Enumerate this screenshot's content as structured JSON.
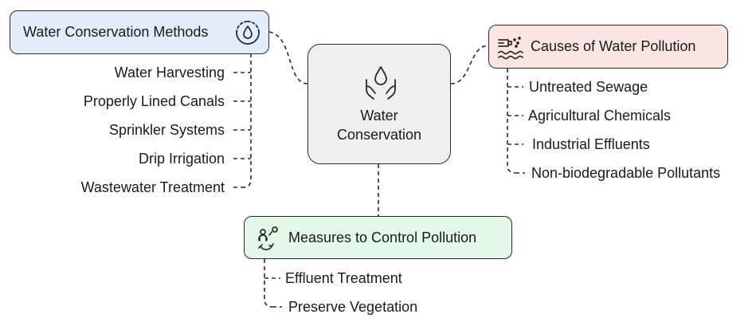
{
  "center": {
    "line1": "Water",
    "line2": "Conservation",
    "icon": "water-drop-hands-icon"
  },
  "methods": {
    "title": "Water Conservation Methods",
    "icon": "water-drop-circle-icon",
    "items": [
      "Water Harvesting",
      "Properly Lined Canals",
      "Sprinkler Systems",
      "Drip Irrigation",
      "Wastewater Treatment"
    ]
  },
  "causes": {
    "title": "Causes of Water Pollution",
    "icon": "polluting-pipe-icon",
    "items": [
      "Untreated Sewage",
      "Agricultural Chemicals",
      "Industrial Effluents",
      "Non-biodegradable Pollutants"
    ]
  },
  "measures": {
    "title": "Measures to Control Pollution",
    "icon": "people-recycle-icon",
    "items": [
      "Effluent Treatment",
      "Preserve Vegetation"
    ]
  },
  "colors": {
    "methods_fill": "#e3ecfb",
    "causes_fill": "#fbe4e4",
    "measures_fill": "#e3f7ea",
    "center_fill": "#efefef",
    "stroke": "#2b2b2b"
  }
}
